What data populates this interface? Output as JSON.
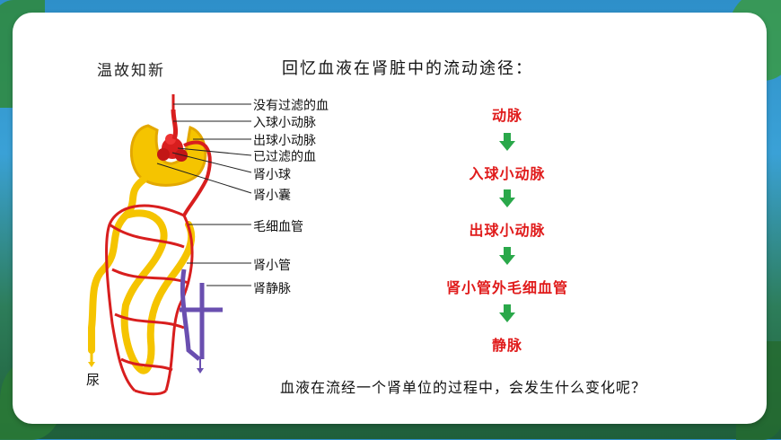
{
  "section_title": "温故知新",
  "main_title": "回忆血液在肾脏中的流动途径：",
  "diagram": {
    "labels": [
      "没有过滤的血",
      "入球小动脉",
      "出球小动脉",
      "已过滤的血",
      "肾小球",
      "肾小囊",
      "毛细血管",
      "肾小管",
      "肾静脉"
    ],
    "urine_label": "尿"
  },
  "flow": {
    "steps": [
      "动脉",
      "入球小动脉",
      "出球小动脉",
      "肾小管外毛细血管",
      "静脉"
    ],
    "arrow_color": "#2aa84a",
    "text_color": "#e01b1b"
  },
  "question": "血液在流经一个肾单位的过程中，会发生什么变化呢？",
  "colors": {
    "artery": "#d81e1e",
    "vein": "#6a4fb0",
    "tubule": "#f5c400"
  }
}
